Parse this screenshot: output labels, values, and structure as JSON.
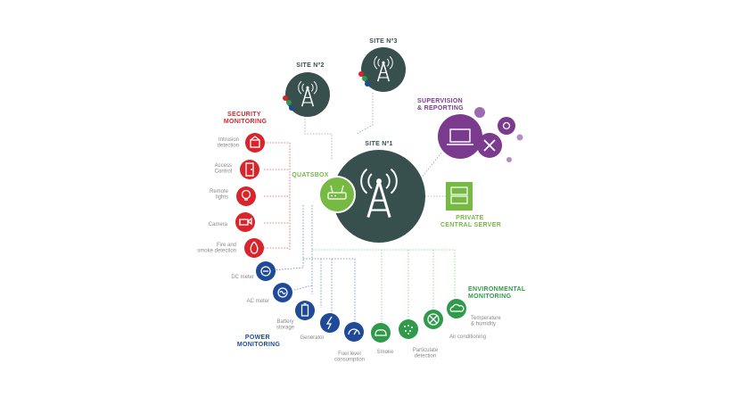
{
  "colors": {
    "site": "#37504d",
    "security": "#d8242a",
    "power": "#1f4a98",
    "environment": "#2f9a4a",
    "quatsbox": "#76b943",
    "supervision": "#7a3a8e",
    "text_grey": "#8a8a8a"
  },
  "sites": {
    "main_label": "SITE Nº1",
    "site2_label": "SITE Nº2",
    "site3_label": "SITE Nº3"
  },
  "quatsbox_label": "QUATSBOX",
  "supervision_label": [
    "SUPERVISION",
    "& REPORTING"
  ],
  "private_server_label": [
    "PRIVATE",
    "CENTRAL SERVER"
  ],
  "security": {
    "title": [
      "SECURITY",
      "MONITORING"
    ],
    "items": [
      {
        "icon": "intrusion-icon",
        "label": [
          "Intrusion",
          "detection"
        ]
      },
      {
        "icon": "door-icon",
        "label": [
          "Access",
          "Control"
        ]
      },
      {
        "icon": "light-icon",
        "label": [
          "Remote",
          "lights"
        ]
      },
      {
        "icon": "camera-icon",
        "label": [
          "Camera"
        ]
      },
      {
        "icon": "fire-icon",
        "label": [
          "Fire and",
          "smoke detection"
        ]
      }
    ]
  },
  "power": {
    "title": [
      "POWER",
      "MONITORING"
    ],
    "items": [
      {
        "icon": "dc-meter-icon",
        "label": [
          "DC meter"
        ]
      },
      {
        "icon": "ac-meter-icon",
        "label": [
          "AC meter"
        ]
      },
      {
        "icon": "battery-icon",
        "label": [
          "Battery",
          "storage"
        ]
      },
      {
        "icon": "generator-icon",
        "label": [
          "Generator"
        ]
      },
      {
        "icon": "fuel-gauge-icon",
        "label": [
          "Fuel level",
          "consumption"
        ]
      }
    ]
  },
  "environment": {
    "title": [
      "ENVIRONMENTAL",
      "MONITORING"
    ],
    "items": [
      {
        "icon": "smoke-icon",
        "label": [
          "Smoke"
        ]
      },
      {
        "icon": "dust-icon",
        "label": [
          "Particulate",
          "detection"
        ]
      },
      {
        "icon": "fan-icon",
        "label": [
          "Air conditioning"
        ]
      },
      {
        "icon": "cloud-icon",
        "label": [
          "Temperature",
          "& humidity"
        ]
      }
    ]
  }
}
